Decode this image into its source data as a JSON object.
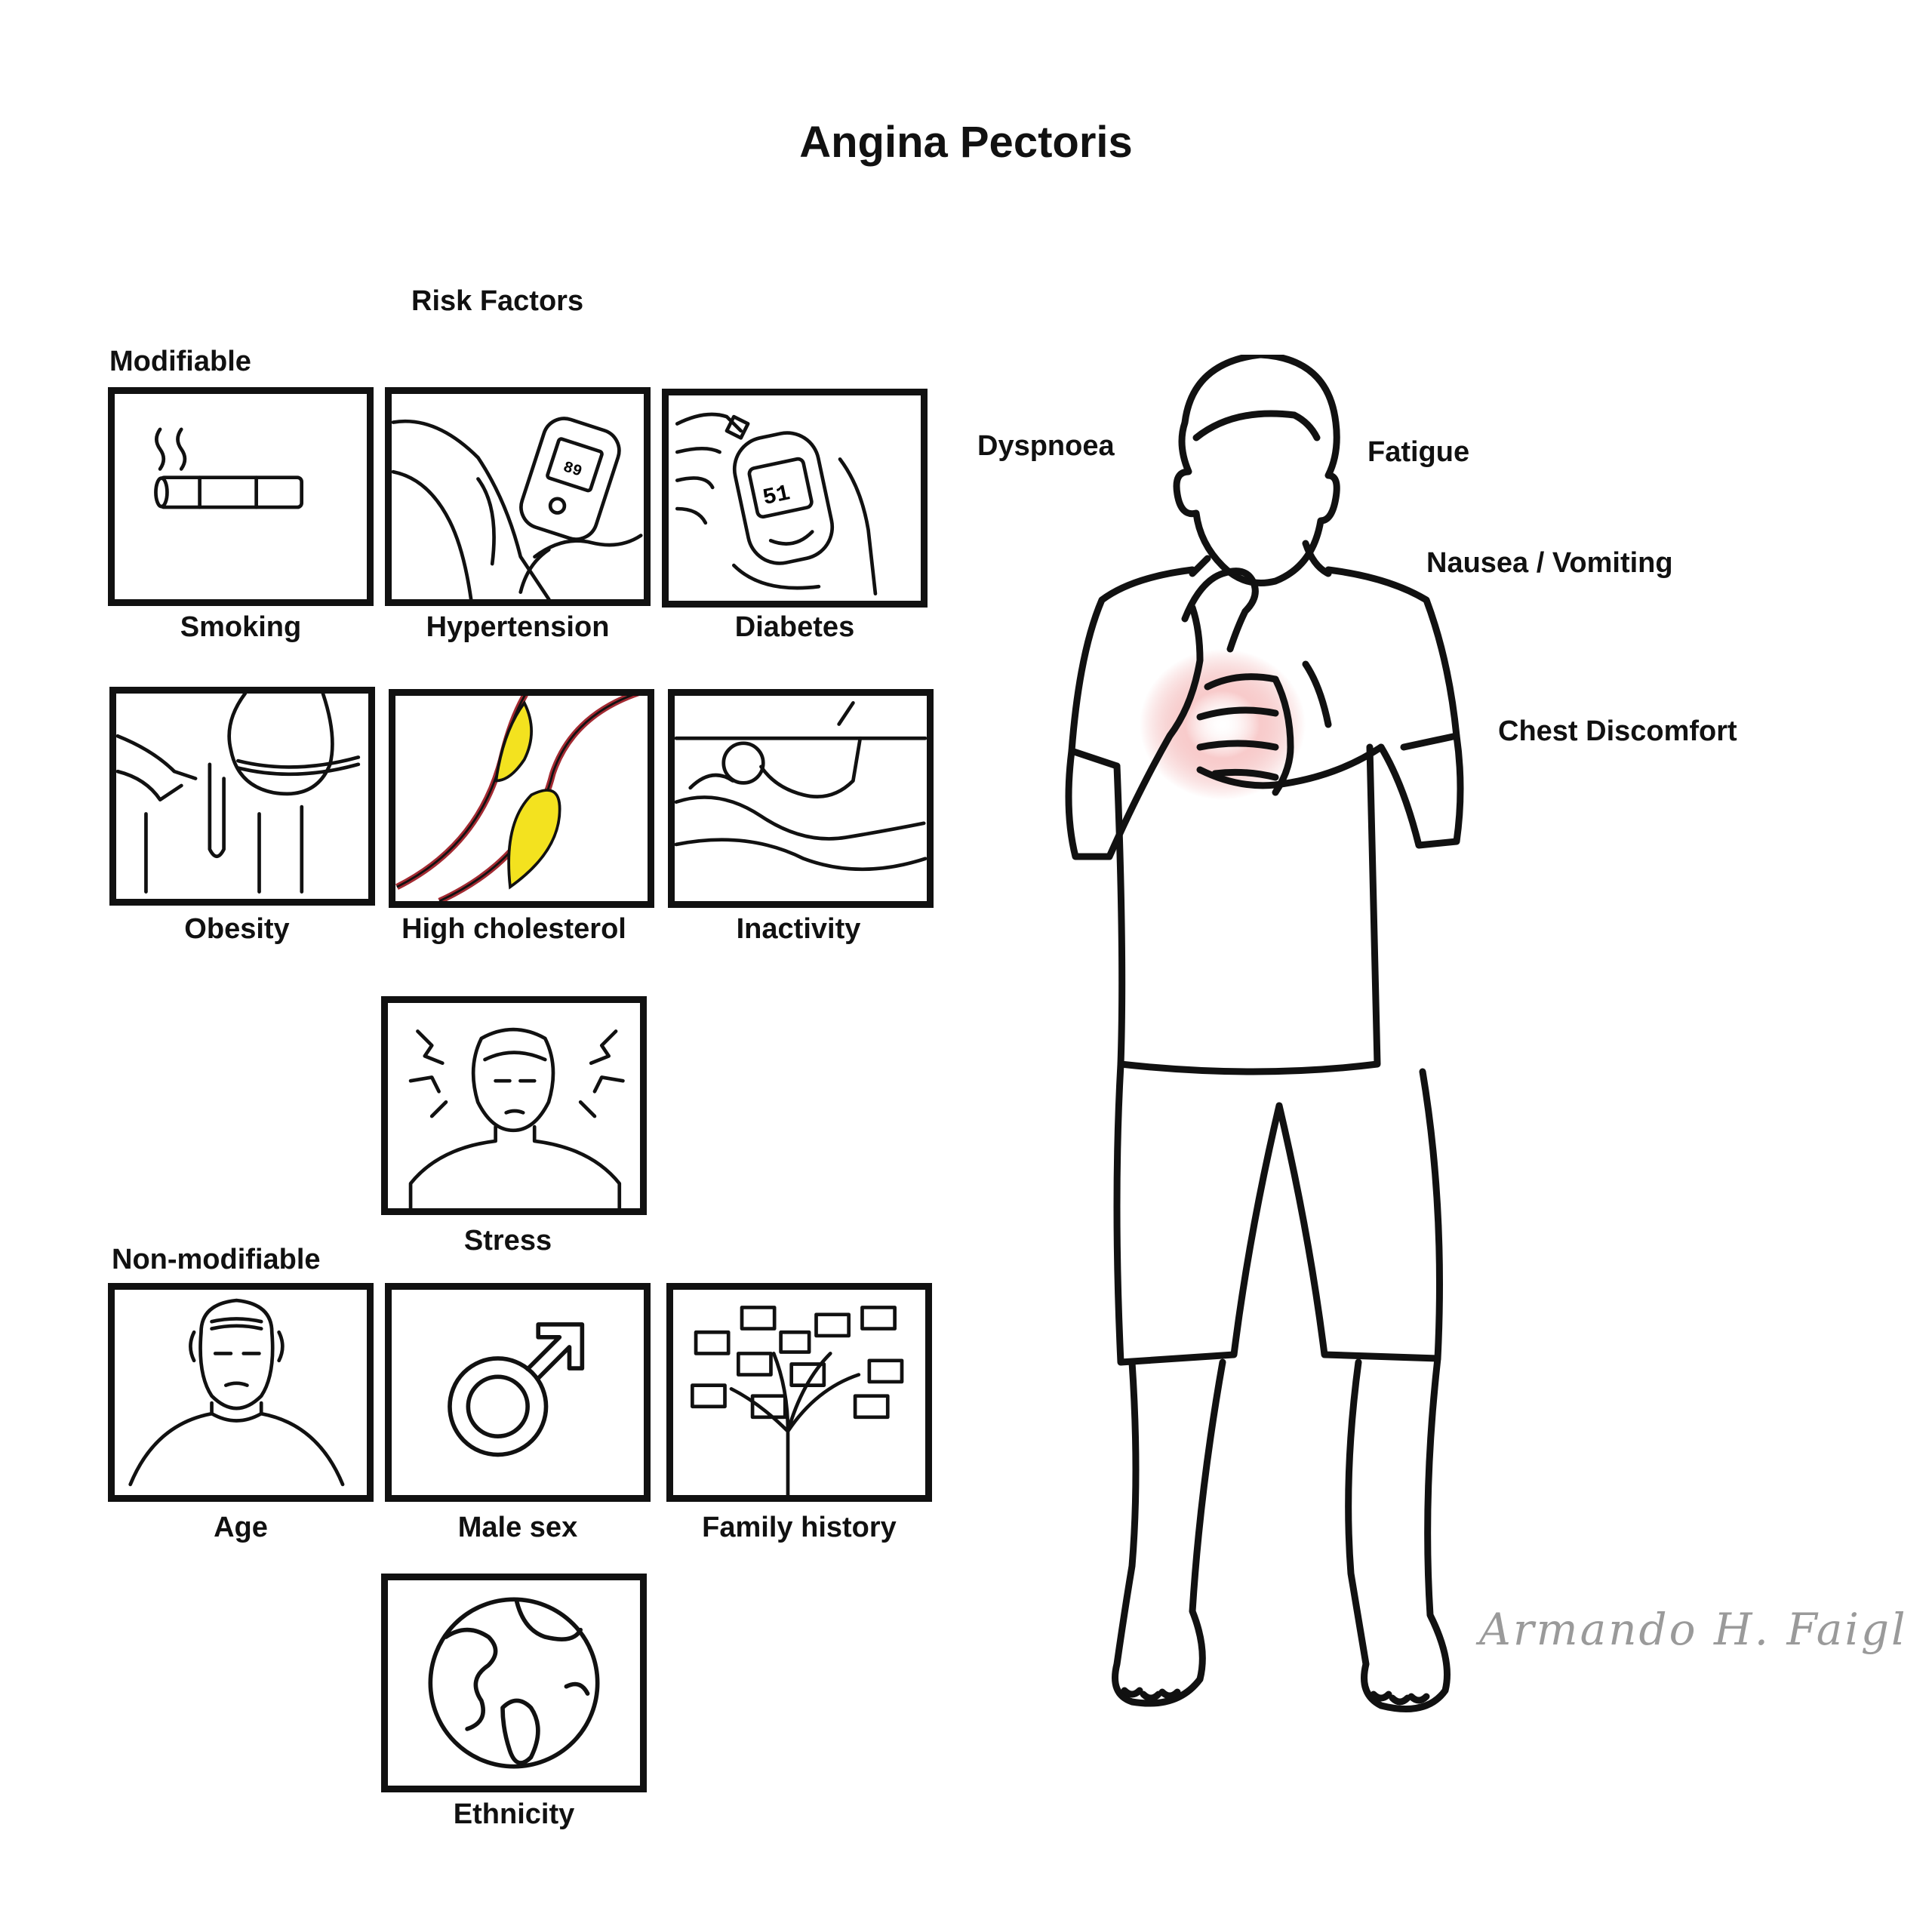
{
  "title": "Angina Pectoris",
  "risk_factors": {
    "heading": "Risk Factors",
    "modifiable": {
      "label": "Modifiable",
      "items": [
        "Smoking",
        "Hypertension",
        "Diabetes",
        "Obesity",
        "High cholesterol",
        "Inactivity",
        "Stress"
      ]
    },
    "non_modifiable": {
      "label": "Non-modifiable",
      "items": [
        "Age",
        "Male sex",
        "Family history",
        "Ethnicity"
      ]
    }
  },
  "symptoms": [
    "Dyspnoea",
    "Fatigue",
    "Nausea / Vomiting",
    "Chest Discomfort"
  ],
  "colors": {
    "plaque": "#f3e21f",
    "artery": "#a32a32",
    "chest_glow": "#e05050"
  },
  "signature": "Armando H. Faigl"
}
